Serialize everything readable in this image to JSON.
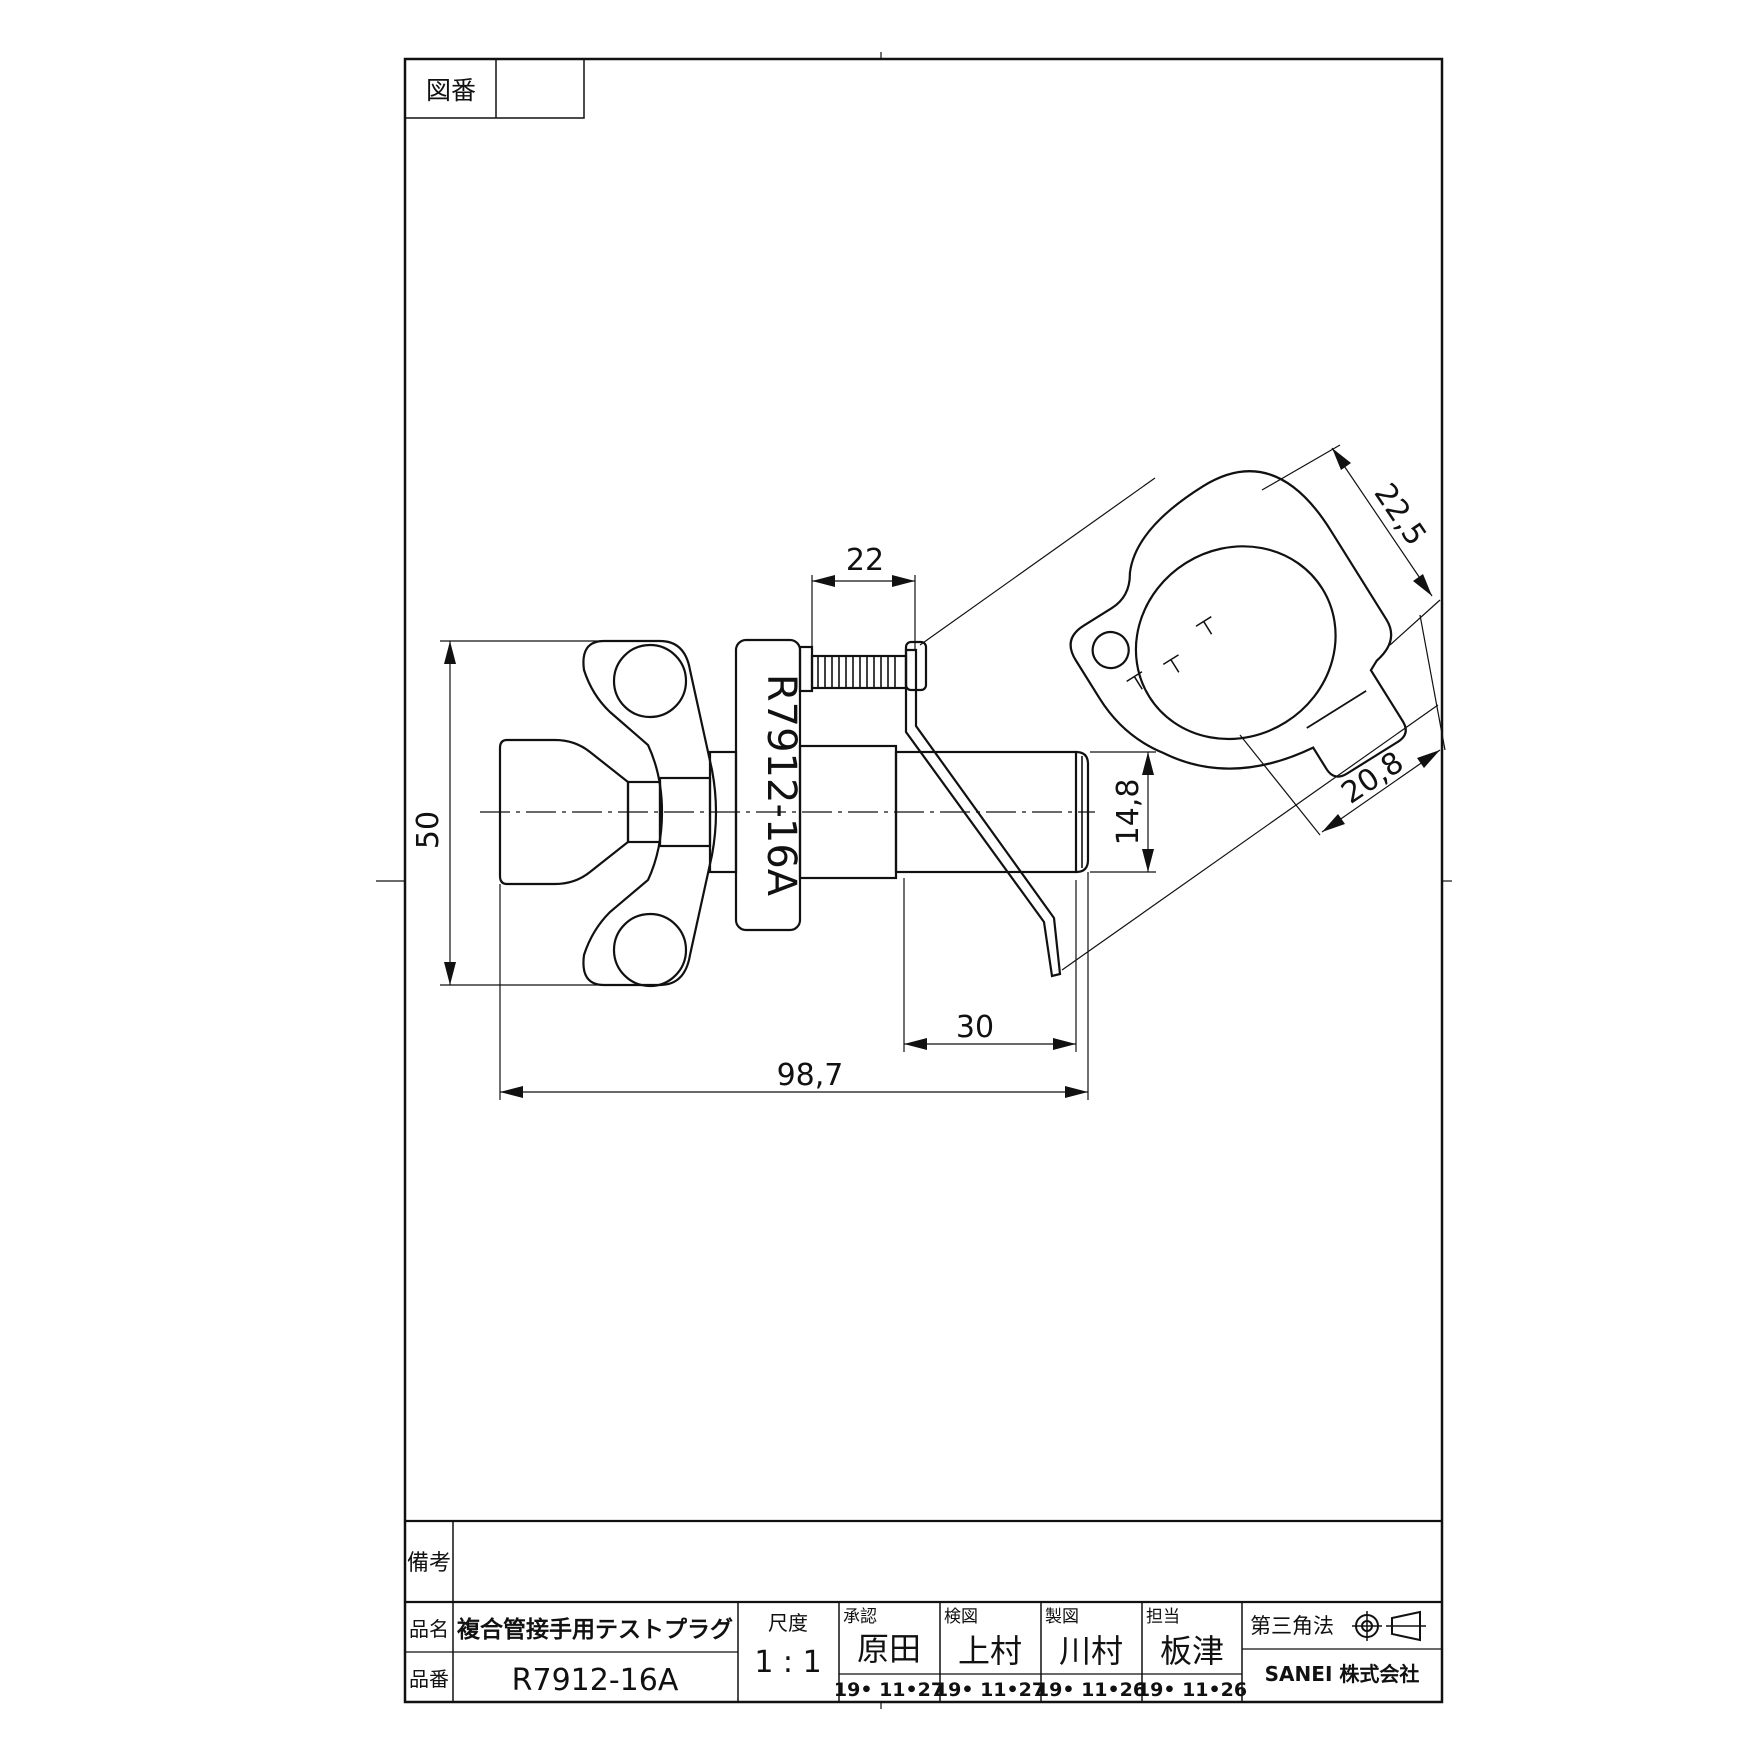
{
  "header": {
    "drawing_number_label": "図番",
    "drawing_number_value": ""
  },
  "drawing": {
    "engraving": "R7912-16A",
    "dimensions": {
      "wing_height": "50",
      "screw_length": "22",
      "shaft_diameter": "14,8",
      "shaft_length": "30",
      "overall_length": "98,7",
      "clip_width": "22,5",
      "clip_ring_width": "20,8"
    }
  },
  "title_block": {
    "remarks_label": "備考",
    "remarks_value": "",
    "product_name_label": "品名",
    "product_name": "複合管接手用テストプラグ",
    "product_number_label": "品番",
    "product_number": "R7912-16A",
    "scale_label": "尺度",
    "scale": "1 : 1",
    "approval": {
      "label": "承認",
      "name": "原田",
      "date": "19• 11•27"
    },
    "inspection": {
      "label": "検図",
      "name": "上村",
      "date": "19• 11•27"
    },
    "drafting": {
      "label": "製図",
      "name": "川村",
      "date": "19• 11•26"
    },
    "responsible": {
      "label": "担当",
      "name": "板津",
      "date": "19• 11•26"
    },
    "projection_method": "第三角法",
    "company": "SANEI 株式会社"
  }
}
